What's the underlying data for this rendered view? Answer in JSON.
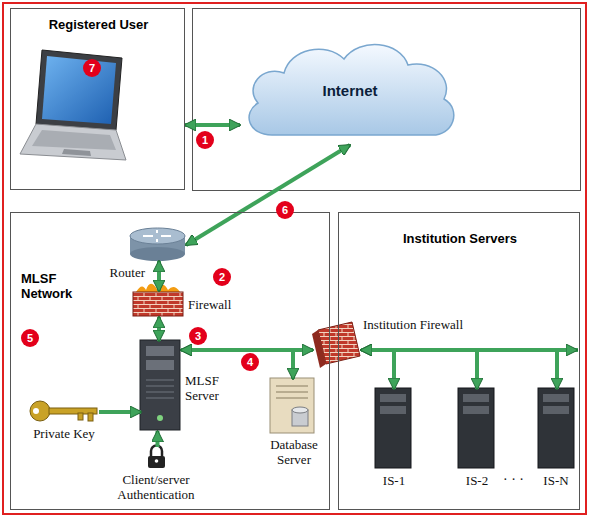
{
  "diagram": {
    "nodes": [
      {
        "text": [
          "Registered User"
        ]
      },
      {
        "text": [
          "Internet"
        ]
      },
      {
        "text": [
          "MLSF Network"
        ]
      },
      {
        "text": [
          "Router"
        ],
        "in": 2
      },
      {
        "text": [
          "Firewall"
        ],
        "in": 2
      },
      {
        "text": [
          "MLSF Server"
        ],
        "in": 2
      },
      {
        "text": [
          "Database Server"
        ],
        "in": 2
      },
      {
        "text": [
          "Private Key"
        ],
        "in": 2
      },
      {
        "text": [
          "Client/server Authentication"
        ],
        "in": 2
      },
      {
        "text": [
          "Institution Servers"
        ]
      },
      {
        "text": [
          "Institution Firewall"
        ],
        "in": 9
      },
      {
        "text": [
          "IS-1"
        ],
        "in": 9
      },
      {
        "text": [
          "IS-2"
        ],
        "in": 9
      },
      {
        "text": [
          "IS-N"
        ],
        "in": 9
      }
    ],
    "edges": [
      {
        "from": 0,
        "to": 1,
        "arrow": "both"
      },
      {
        "from": 1,
        "to": 3,
        "arrow": "both"
      },
      {
        "from": 3,
        "to": 4,
        "arrow": "both"
      },
      {
        "from": 4,
        "to": 5,
        "arrow": "both"
      },
      {
        "from": 5,
        "to": 10,
        "arrow": "both"
      },
      {
        "from": 6,
        "to": 5,
        "arrow": "both"
      },
      {
        "from": 7,
        "to": 5,
        "arrow": "to"
      },
      {
        "from": 8,
        "to": 5,
        "arrow": "to"
      },
      {
        "from": 10,
        "to": 11,
        "arrow": "both"
      },
      {
        "from": 10,
        "to": 12,
        "arrow": "both"
      },
      {
        "from": 10,
        "to": 13,
        "arrow": "both"
      }
    ],
    "labels": [
      "1",
      "2",
      "3",
      "4",
      "5",
      "6",
      "7",
      "· · ·"
    ]
  }
}
